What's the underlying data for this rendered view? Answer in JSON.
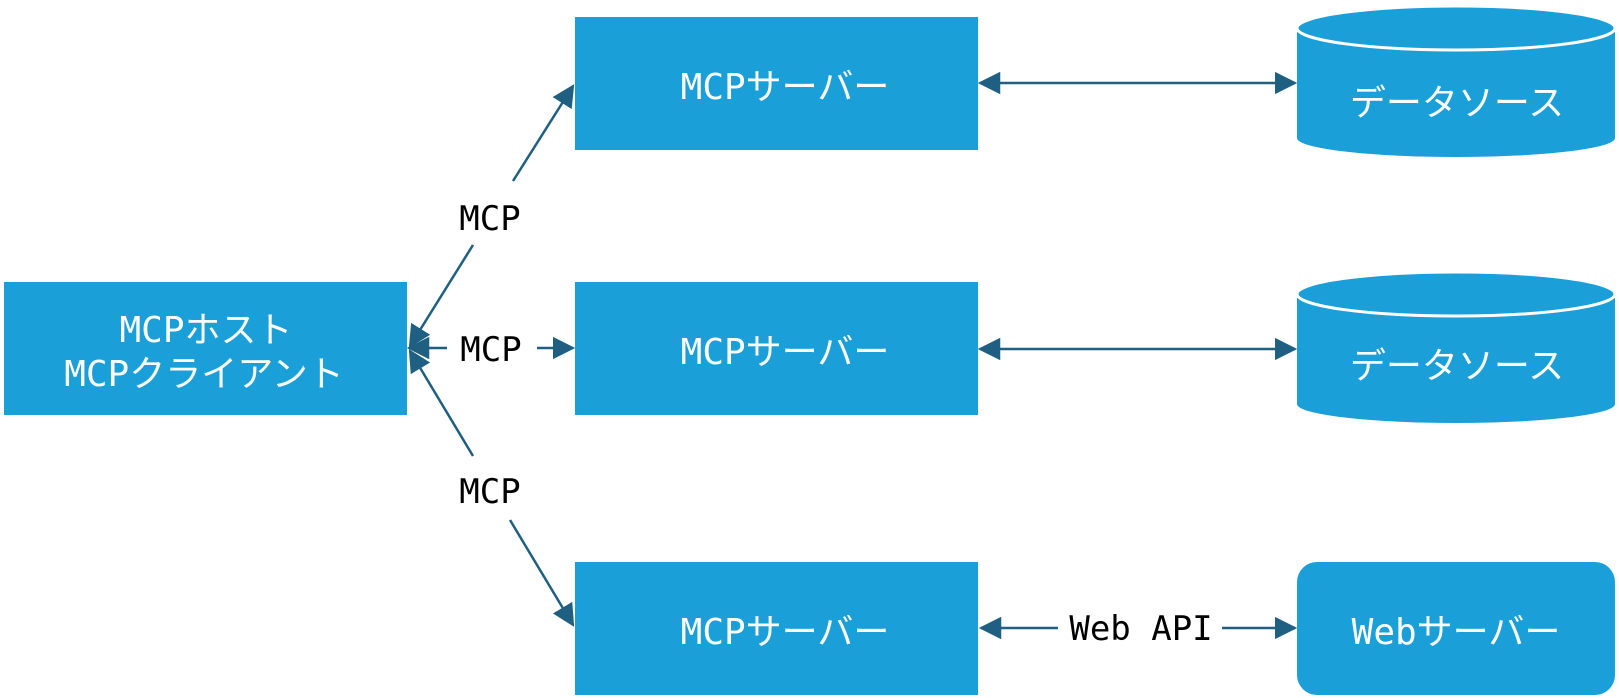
{
  "colors": {
    "box_fill": "#1a9fd8",
    "edge": "#1e5f82",
    "label": "#000000",
    "text": "#ffffff"
  },
  "host": {
    "line1": "MCPホスト",
    "line2": "MCPクライアント"
  },
  "servers": [
    {
      "label": "MCPサーバー"
    },
    {
      "label": "MCPサーバー"
    },
    {
      "label": "MCPサーバー"
    }
  ],
  "datasources": [
    {
      "label": "データソース"
    },
    {
      "label": "データソース"
    }
  ],
  "web_server": {
    "label": "Webサーバー"
  },
  "edges": {
    "mcp_top": "MCP",
    "mcp_middle": "MCP",
    "mcp_bottom": "MCP",
    "web_api": "Web API"
  }
}
